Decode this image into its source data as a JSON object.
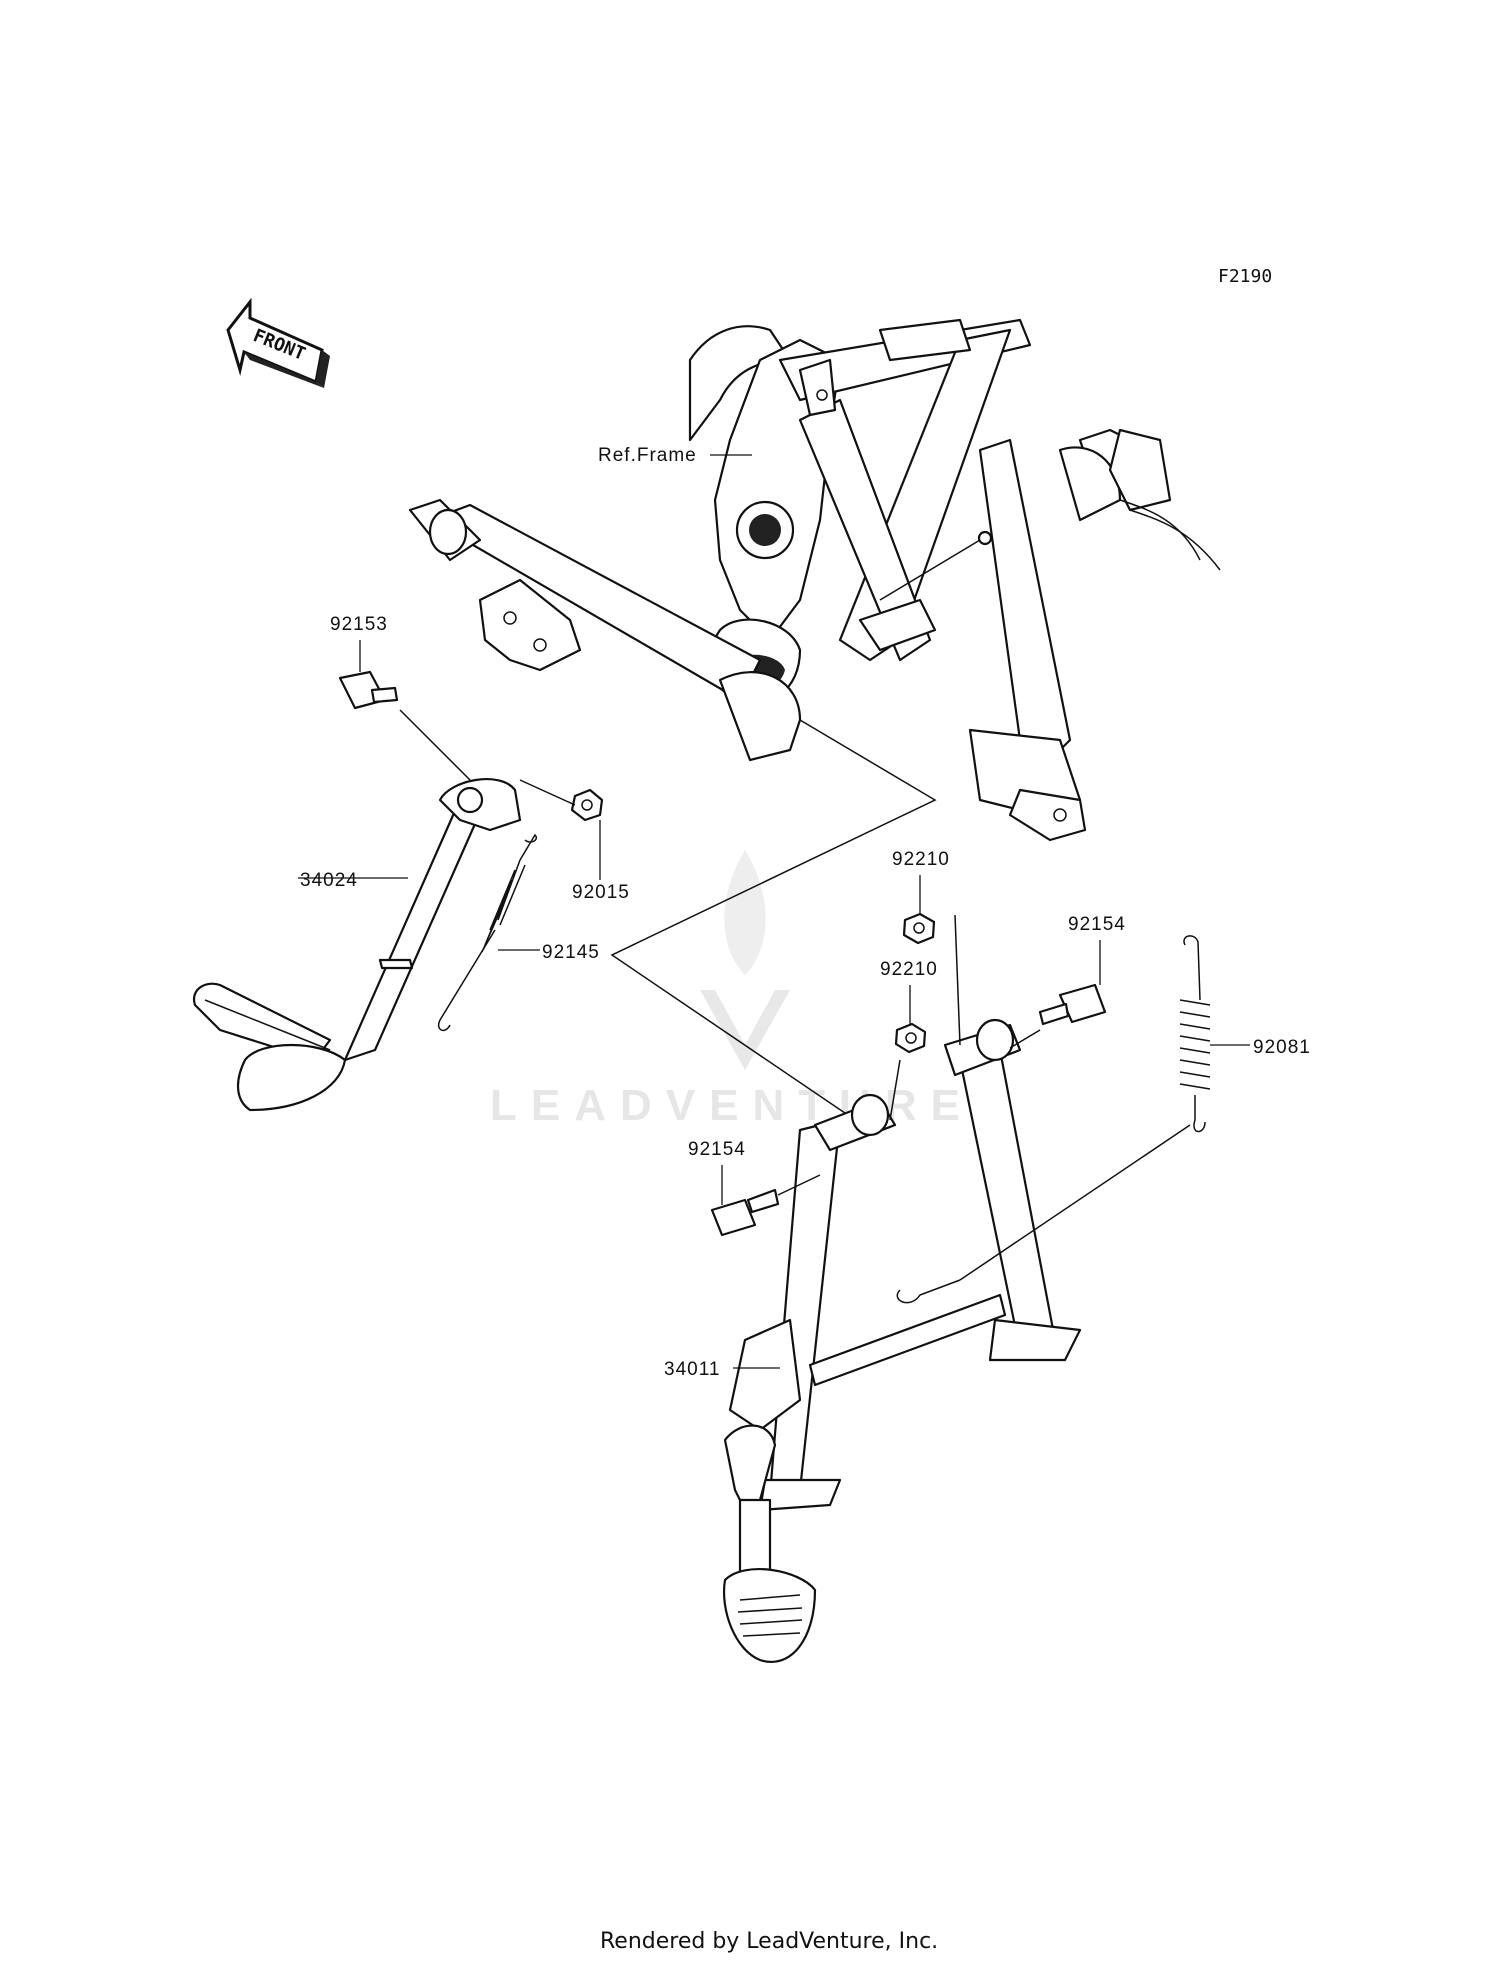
{
  "diagram_code": "F2190",
  "front_arrow": "FRONT",
  "watermark": "LEADVENTURE",
  "footer": "Rendered by LeadVenture, Inc.",
  "labels": {
    "ref_frame": "Ref.Frame",
    "p92153": "92153",
    "p34024": "34024",
    "p92015": "92015",
    "p92145": "92145",
    "p92210a": "92210",
    "p92210b": "92210",
    "p92154a": "92154",
    "p92154b": "92154",
    "p92081": "92081",
    "p34011": "34011"
  }
}
